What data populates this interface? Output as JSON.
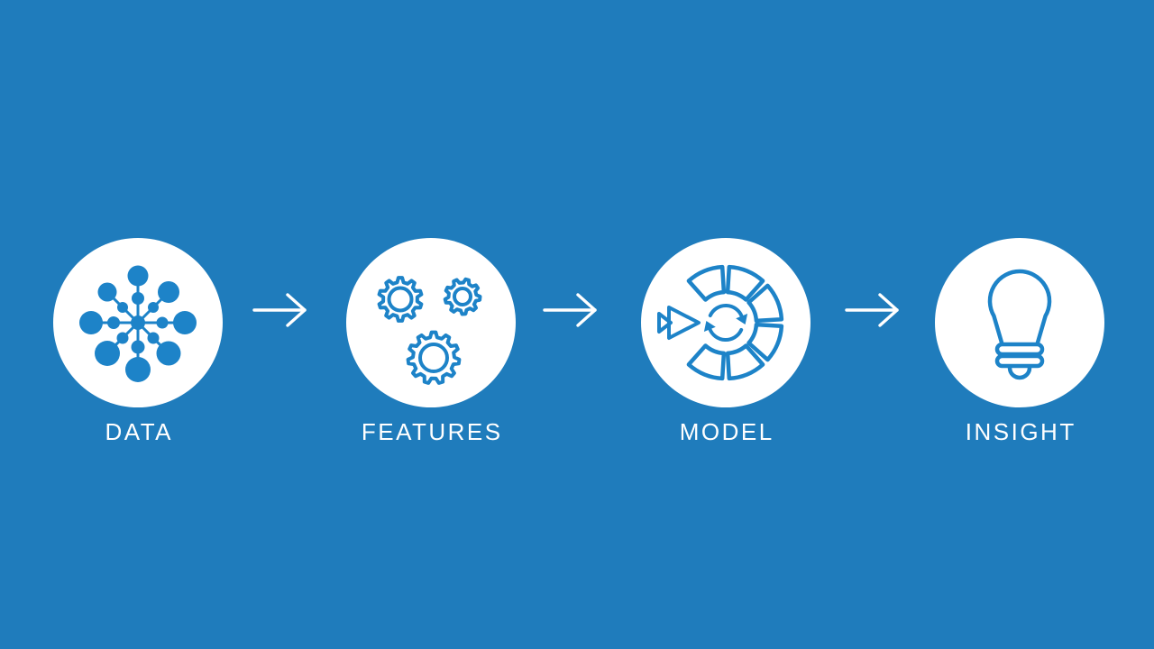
{
  "colors": {
    "background": "#1f7cbc",
    "accent": "#1d83c8",
    "text": "#ffffff"
  },
  "steps": [
    {
      "label": "DATA",
      "icon": "network-hub-icon"
    },
    {
      "label": "FEATURES",
      "icon": "gears-icon"
    },
    {
      "label": "MODEL",
      "icon": "model-iteration-icon"
    },
    {
      "label": "INSIGHT",
      "icon": "lightbulb-icon"
    }
  ],
  "connectors": {
    "count": 3,
    "icon": "right-arrow-icon"
  }
}
